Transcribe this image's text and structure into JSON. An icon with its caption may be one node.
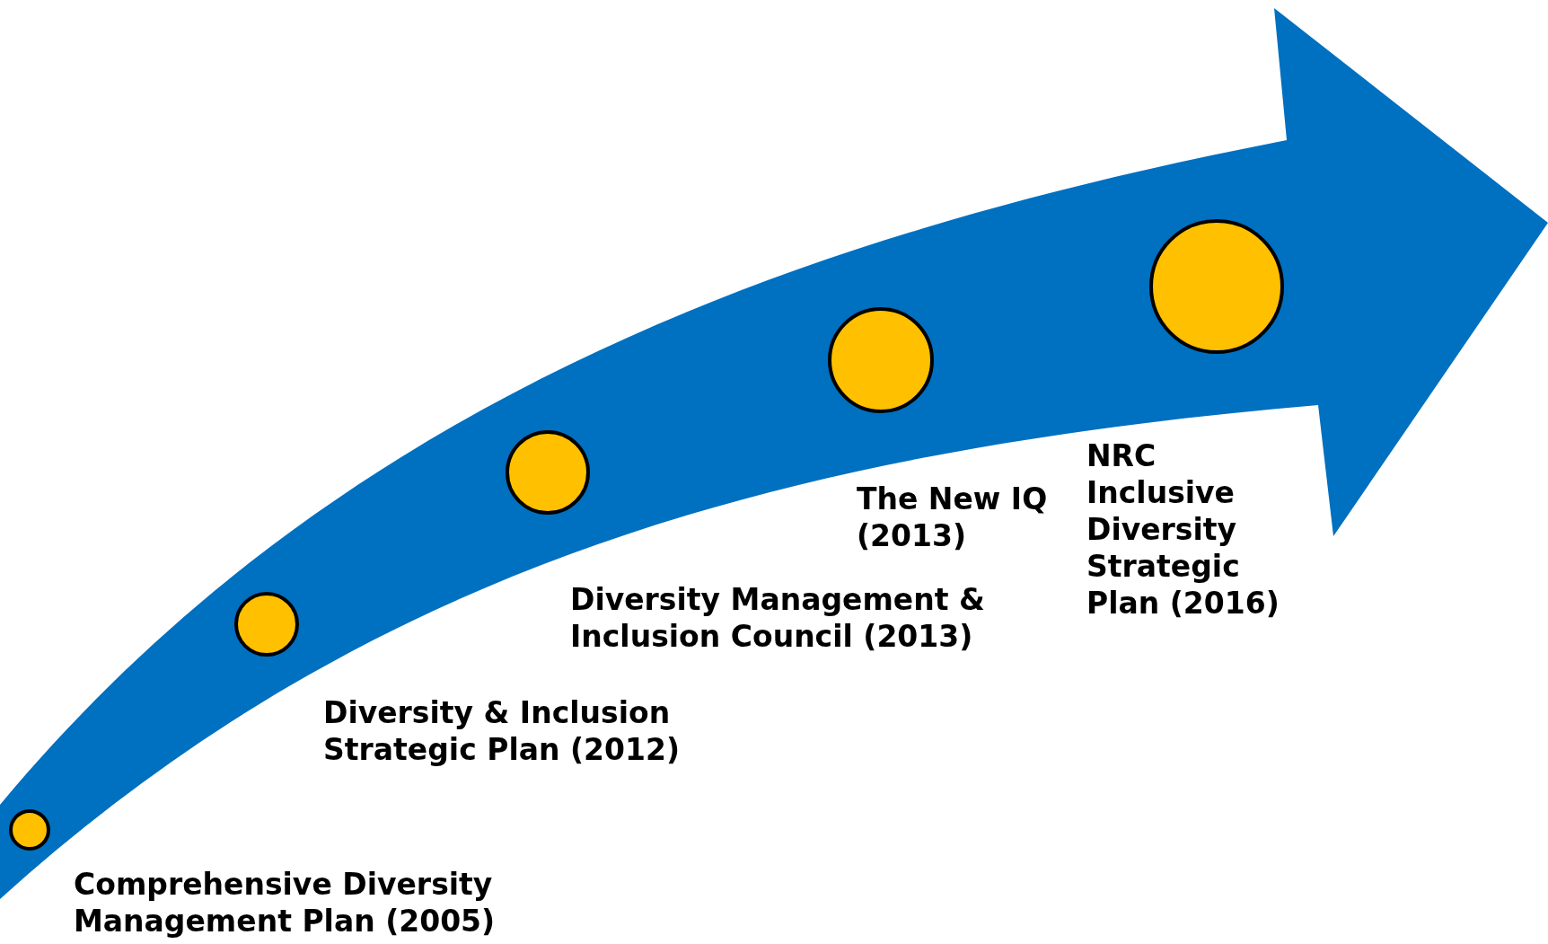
{
  "diagram": {
    "nodes": [
      {
        "text": [],
        "shape": "circle",
        "beside": [
          "Comprehensive Diversity Management Plan (2005)"
        ]
      },
      {
        "text": [],
        "shape": "circle",
        "beside": [
          "Diversity & Inclusion Strategic Plan (2012)"
        ]
      },
      {
        "text": [],
        "shape": "circle",
        "beside": [
          "Diversity Management & Inclusion Council (2013)"
        ]
      },
      {
        "text": [],
        "shape": "circle",
        "beside": [
          "The New IQ (2013)"
        ]
      },
      {
        "text": [],
        "shape": "circle",
        "beside": [
          "NRC Inclusive Diversity Strategic Plan (2016)"
        ]
      }
    ]
  }
}
